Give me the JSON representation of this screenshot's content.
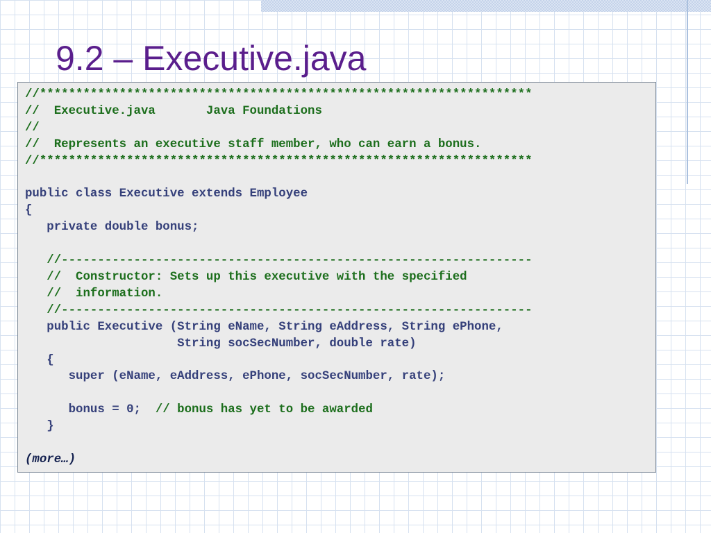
{
  "slide": {
    "title": "9.2 – Executive.java"
  },
  "code": {
    "lines": [
      {
        "text": "//********************************************************************",
        "type": "comment"
      },
      {
        "text": "//  Executive.java       Java Foundations",
        "type": "comment"
      },
      {
        "text": "//",
        "type": "comment"
      },
      {
        "text": "//  Represents an executive staff member, who can earn a bonus.",
        "type": "comment"
      },
      {
        "text": "//********************************************************************",
        "type": "comment"
      },
      {
        "text": "",
        "type": "code"
      },
      {
        "text": "public class Executive extends Employee",
        "type": "code"
      },
      {
        "text": "{",
        "type": "code"
      },
      {
        "text": "   private double bonus;",
        "type": "code"
      },
      {
        "text": "",
        "type": "code"
      },
      {
        "text": "   //-----------------------------------------------------------------",
        "type": "comment"
      },
      {
        "text": "   //  Constructor: Sets up this executive with the specified",
        "type": "comment"
      },
      {
        "text": "   //  information.",
        "type": "comment"
      },
      {
        "text": "   //-----------------------------------------------------------------",
        "type": "comment"
      },
      {
        "text": "   public Executive (String eName, String eAddress, String ePhone,",
        "type": "code"
      },
      {
        "text": "                     String socSecNumber, double rate)",
        "type": "code"
      },
      {
        "text": "   {",
        "type": "code"
      },
      {
        "text": "      super (eName, eAddress, ePhone, socSecNumber, rate);",
        "type": "code"
      },
      {
        "text": "",
        "type": "code"
      },
      {
        "text": "      bonus = 0;  ",
        "type": "code",
        "trailing_comment": "// bonus has yet to be awarded"
      },
      {
        "text": "   }",
        "type": "code"
      },
      {
        "text": "",
        "type": "code"
      },
      {
        "text": "(more…)",
        "type": "more"
      }
    ]
  },
  "colors": {
    "title": "#5a1e8c",
    "code": "#35407a",
    "comment": "#1c6e1c",
    "code_background": "#ebebeb"
  }
}
